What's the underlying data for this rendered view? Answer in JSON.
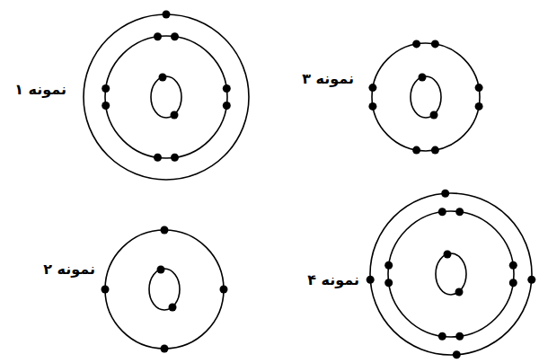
{
  "diagram": {
    "labels": [
      "نمونه ۱",
      "نمونه ۳",
      "نمونه ۲",
      "نمونه ۴"
    ]
  }
}
